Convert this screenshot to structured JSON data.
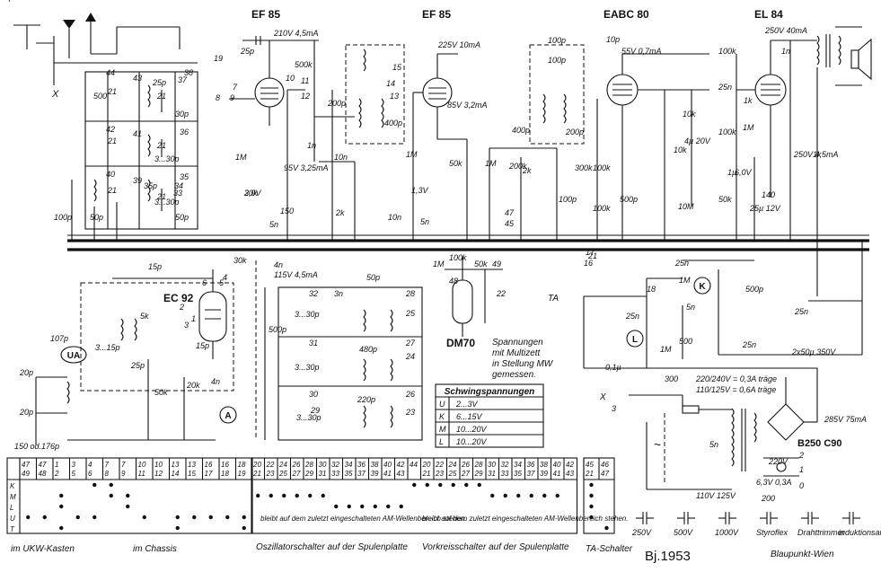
{
  "tubes": {
    "v1": {
      "type": "EF 85",
      "supply": "210V 4,5mA"
    },
    "v2": {
      "type": "EF 85",
      "supply": "225V 10mA"
    },
    "v3": {
      "type": "EABC 80",
      "supply": "55V 0,7mA"
    },
    "v4": {
      "type": "EL 84",
      "supply": "250V 40mA"
    },
    "v5": {
      "type": "EC 92",
      "supply": "115V 4,5mA"
    },
    "v6": {
      "type": "DM70"
    }
  },
  "component_labels": [
    "25p",
    "500k",
    "1M",
    "1n",
    "150",
    "30k",
    "2,0V",
    "5n",
    "10n",
    "200p",
    "400p",
    "2k",
    "1,3V",
    "85V 3,2mA",
    "50k",
    "1M",
    "10n",
    "5n",
    "2k",
    "200k",
    "1M",
    "100p",
    "400p",
    "200p",
    "300k",
    "100k",
    "100k",
    "10k",
    "10k",
    "4µ 20V",
    "500p",
    "10M",
    "100k",
    "25n",
    "1M",
    "1k",
    "100k",
    "1µ",
    "6,0V",
    "140",
    "50k",
    "25µ 12V",
    "1k",
    "250V 4,5mA",
    "1n",
    "10p",
    "100p",
    "100p",
    "95V 3,25mA",
    "8",
    "9",
    "19",
    "7",
    "10",
    "11",
    "12",
    "15",
    "14",
    "13",
    "44",
    "43",
    "42",
    "41",
    "40",
    "39",
    "38",
    "37",
    "36",
    "35",
    "34",
    "33",
    "21",
    "21",
    "21",
    "21",
    "21",
    "21",
    "500",
    "25p",
    "30p",
    "3...30p",
    "3...30p",
    "35p",
    "50p",
    "100p",
    "50p",
    "15p",
    "30k",
    "4n",
    "6",
    "5",
    "4",
    "1",
    "2",
    "3",
    "5k",
    "15p",
    "107p",
    "3...15p",
    "20p",
    "25p",
    "50k",
    "20k",
    "20p",
    "4n",
    "150 od.176p",
    "500p",
    "50p",
    "3n",
    "480p",
    "220p",
    "3...30p",
    "3...30p",
    "3...30p",
    "32",
    "31",
    "30",
    "29",
    "28",
    "27",
    "26",
    "25",
    "24",
    "23",
    "22",
    "1M",
    "100k",
    "50k",
    "49",
    "48",
    "47",
    "45",
    "21",
    "16",
    "17",
    "18",
    "25n",
    "25n",
    "1M",
    "5n",
    "1M",
    "500",
    "0,1µ",
    "300",
    "500p",
    "25n",
    "25n",
    "2x50µ 350V",
    "285V 75mA",
    "5n",
    "110V 125V",
    "220V",
    "200",
    "6,3V 0,3A",
    "0",
    "1",
    "2",
    "3",
    "50p"
  ],
  "text": {
    "ukw_box": "UA",
    "label_ta": "TA",
    "label_x_top": "X",
    "label_x_bottom": "X",
    "marker_a": "A",
    "marker_k": "K",
    "marker_l": "L",
    "multimeter_note": [
      "Spannungen",
      "mit Multizett",
      "in Stellung MW",
      "gemessen."
    ],
    "fuse_note_1": "220/240V = 0,3A träge",
    "fuse_note_2": "110/125V = 0,6A träge",
    "rectifier": "B250 C90",
    "ac_symbol": "~",
    "year": "Bj.1953"
  },
  "vibration_table": {
    "title": "Schwingspannungen",
    "rows": [
      [
        "U",
        "2...3V"
      ],
      [
        "K",
        "6...15V"
      ],
      [
        "M",
        "10...20V"
      ],
      [
        "L",
        "10...20V"
      ]
    ]
  },
  "switch_tables": {
    "row_labels": [
      "K",
      "M",
      "L",
      "U",
      "T"
    ],
    "table1": {
      "columns": [
        "47 49",
        "47 48",
        "1 2",
        "3 5",
        "4 6",
        "7 8",
        "7 9",
        "10 11",
        "10 12",
        "13 14",
        "13 15",
        "16 17",
        "16 18",
        "18 19"
      ],
      "caption_left": "im UKW-Kasten",
      "caption_right": "im Chassis"
    },
    "table2": {
      "columns": [
        "20 21",
        "22 23",
        "24 25",
        "26 27",
        "28 29",
        "30 31",
        "32 33",
        "34 35",
        "36 37",
        "38 39",
        "40 41",
        "42 43",
        "44"
      ],
      "extra_columns": [
        "20",
        "21",
        "22",
        "23",
        "24",
        "25",
        "26",
        "27",
        "28",
        "29",
        "30",
        "31",
        "32",
        "33",
        "34",
        "35",
        "36",
        "37",
        "38",
        "39",
        "40",
        "41",
        "42",
        "43",
        "44"
      ],
      "note_left": "bleibt auf dem zuletzt eingeschalteten AM-Wellenbereich stehen.",
      "note_right": "bleibt auf dem zuletzt eingeschalteten AM-Wellenbereich stehen.",
      "caption_left": "Oszillatorschalter auf der Spulenplatte",
      "caption_right": "Vorkreisschalter auf der Spulenplatte"
    },
    "table3": {
      "columns": [
        "45 21",
        "46 47"
      ],
      "caption": "TA-Schalter"
    }
  },
  "legend": [
    {
      "label": "250V"
    },
    {
      "label": "500V"
    },
    {
      "label": "1000V"
    },
    {
      "label": "Styroflex"
    },
    {
      "label": "Drahttrimmer"
    },
    {
      "label": "induktionsarm"
    }
  ],
  "legend_footer": "Blaupunkt-Wien"
}
